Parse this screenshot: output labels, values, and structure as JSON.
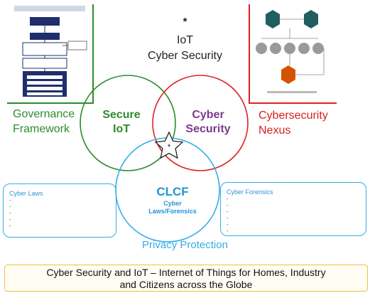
{
  "top": {
    "star": "*",
    "iot": "IoT",
    "cyber_security": "Cyber Security"
  },
  "side_labels": {
    "governance": [
      "Governance",
      "Framework"
    ],
    "nexus": [
      "Cybersecurity",
      "Nexus"
    ]
  },
  "circles": {
    "secure_iot": [
      "Secure",
      "IoT"
    ],
    "cyber_security": [
      "Cyber",
      "Security"
    ],
    "clcf": "CLCF",
    "clcf_sub": [
      "Cyber",
      "Laws/Forensics"
    ]
  },
  "boxes": {
    "laws": {
      "title": "Cyber Laws",
      "items": [
        "-",
        "-",
        "-",
        "-",
        "-"
      ]
    },
    "forensics": {
      "title": "Cyber Forensics",
      "items": [
        "-",
        "-",
        "-",
        "-",
        "-",
        "-"
      ]
    }
  },
  "privacy": "Privacy Protection",
  "footer": [
    "Cyber Security and IoT – Internet of Things for Homes, Industry",
    "and Citizens across the Globe"
  ],
  "colors": {
    "green": "#2e8b2e",
    "red": "#d81f1f",
    "blue": "#33aee6",
    "purple": "#7b3b8c",
    "footer_border": "#f0c040"
  }
}
